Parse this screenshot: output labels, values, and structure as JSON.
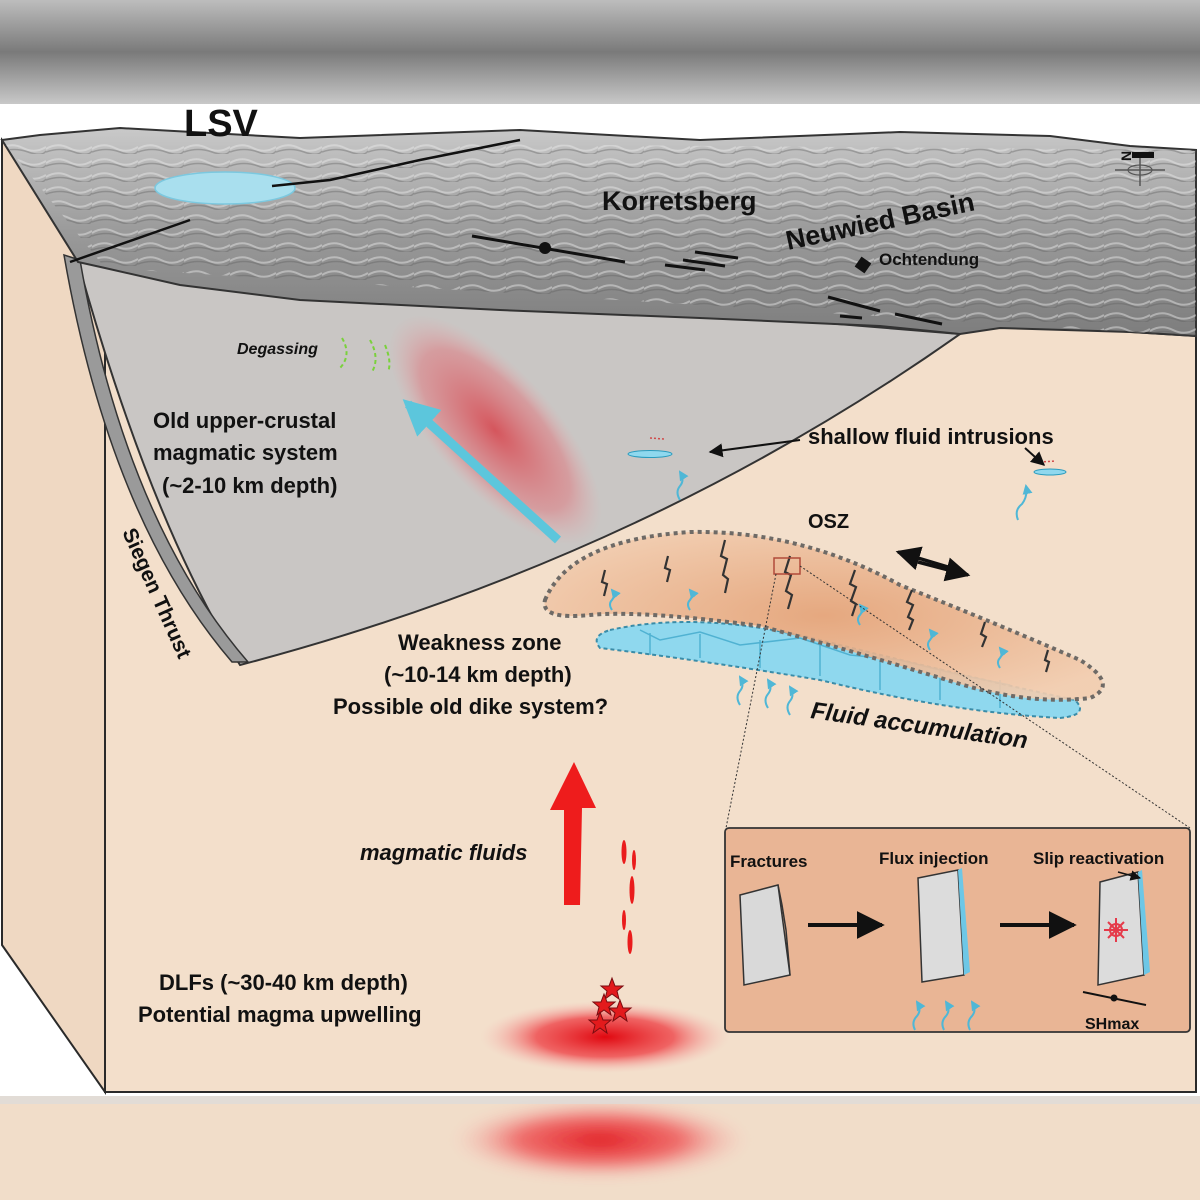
{
  "labels": {
    "lsv": "LSV",
    "korretsberg": "Korretsberg",
    "neuwied_basin": "Neuwied Basin",
    "ochtendung": "Ochtendung",
    "degassing": "Degassing",
    "old_system": [
      "Old upper-crustal",
      "magmatic system",
      "(~2-10 km depth)"
    ],
    "shallow_fluid": "shallow fluid intrusions",
    "osz": "OSZ",
    "siegen_thrust": "Siegen Thrust",
    "weakness_zone": [
      "Weakness zone",
      "(~10-14 km depth)",
      "Possible old dike system?"
    ],
    "fluid_accumulation": "Fluid accumulation",
    "magmatic_fluids": "magmatic fluids",
    "dlfs": [
      "DLFs (~30-40 km depth)",
      "Potential magma upwelling"
    ],
    "north": "N"
  },
  "inset": {
    "fractures": "Fractures",
    "flux_injection": "Flux injection",
    "slip_reactivation": "Slip reactivation",
    "shmax": "SHmax"
  },
  "colors": {
    "crust": "#f3dfcb",
    "wedge": "#c9c6c4",
    "fluid": "#8fd8ee",
    "osz": "#eab08a",
    "magma": "#e8121a",
    "arrow_blue": "#5cc6dc"
  },
  "icons": [
    "north-arrow-icon",
    "star-icon",
    "earthquake-burst-icon"
  ]
}
